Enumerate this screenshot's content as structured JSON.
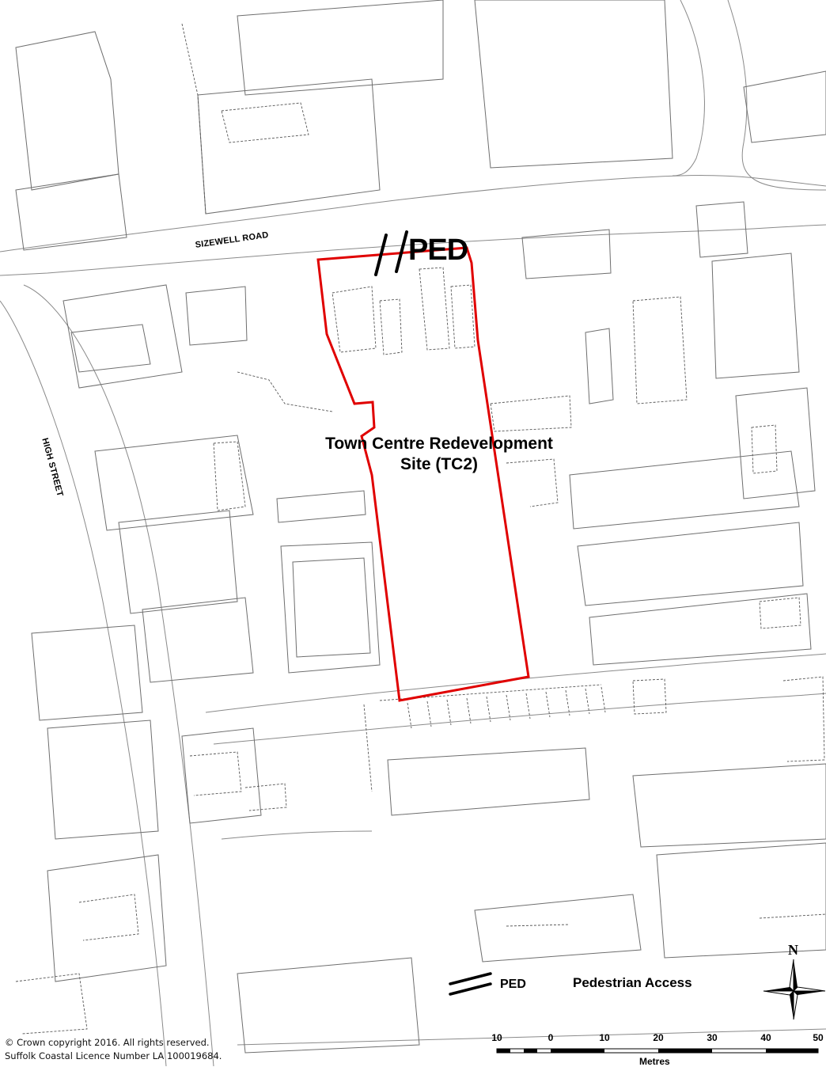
{
  "site": {
    "title": "Town Centre Redevelopment Site (TC2)",
    "title_line1": "Town Centre Redevelopment",
    "title_line2": "Site (TC2)",
    "boundary_color": "#e00000"
  },
  "roads": {
    "sizewell": "SIZEWELL ROAD",
    "high_street": "HIGH STREET"
  },
  "access_marker": {
    "label": "PED"
  },
  "legend": {
    "items": [
      {
        "symbol": "PED",
        "description": "Pedestrian Access"
      }
    ]
  },
  "north_arrow": {
    "label": "N"
  },
  "scale_bar": {
    "ticks": [
      "10",
      "0",
      "10",
      "20",
      "30",
      "40",
      "50"
    ],
    "unit": "Metres"
  },
  "copyright": {
    "line1": "© Crown copyright 2016. All rights reserved.",
    "line2": "Suffolk Coastal Licence Number LA 100019684."
  }
}
